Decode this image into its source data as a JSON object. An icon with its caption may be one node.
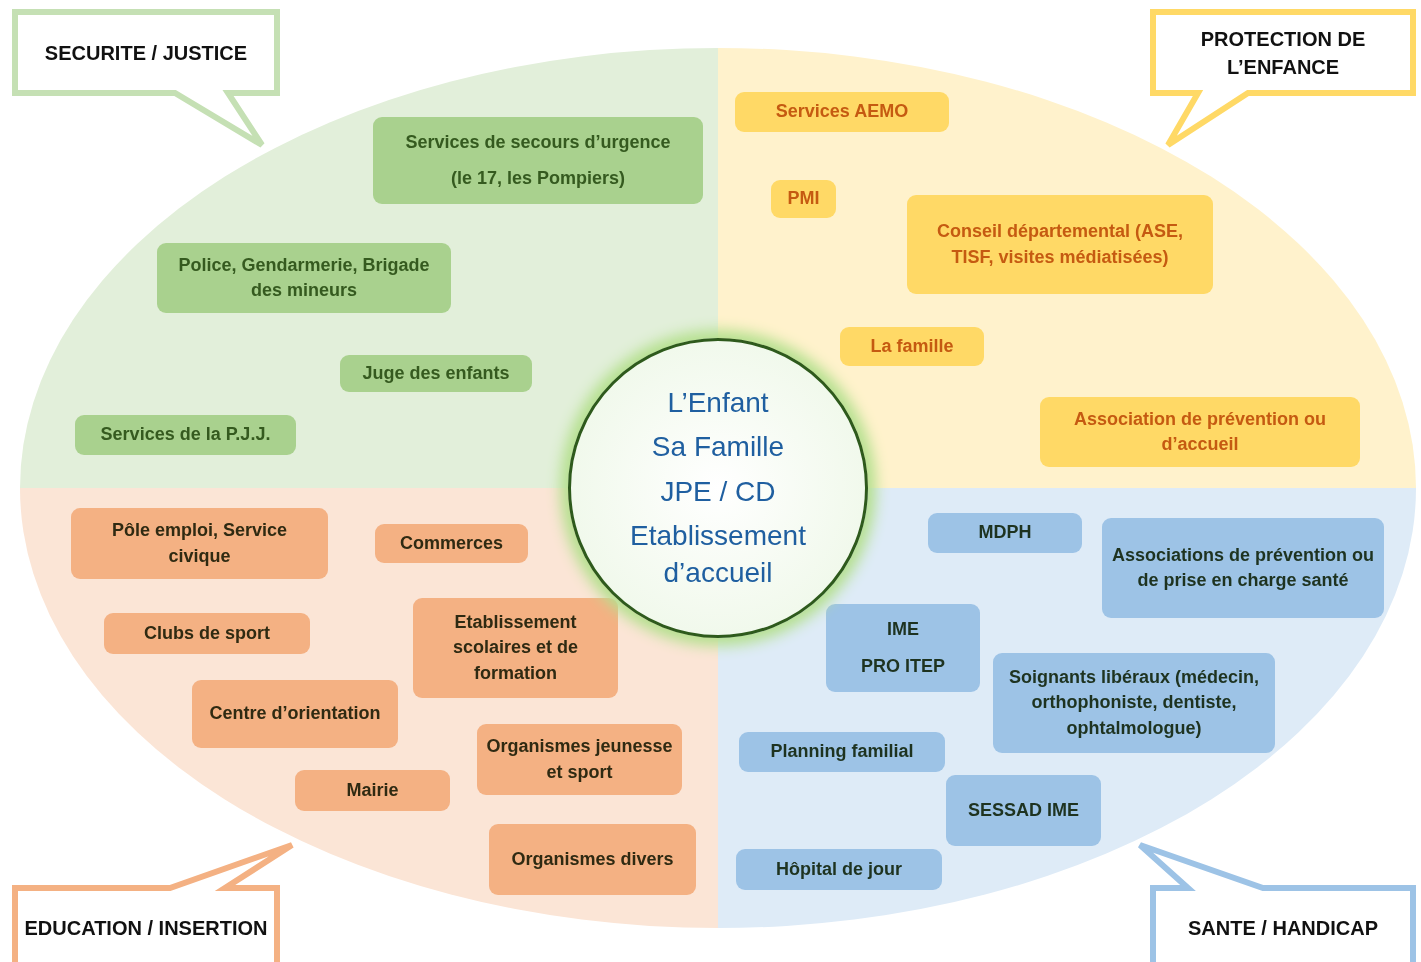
{
  "diagram": {
    "nodes": [
      {
        "text": [
          "SECURITE / JUSTICE"
        ]
      },
      {
        "text": [
          "Services de secours d’urgence",
          "(le 17, les Pompiers)"
        ],
        "in": 0
      },
      {
        "text": [
          "Police, Gendarmerie, Brigade des mineurs"
        ],
        "in": 0
      },
      {
        "text": [
          "Juge des enfants"
        ],
        "in": 0
      },
      {
        "text": [
          "Services de la P.J.J."
        ],
        "in": 0
      },
      {
        "text": [
          "PROTECTION DE L’ENFANCE"
        ]
      },
      {
        "text": [
          "Services AEMO"
        ],
        "in": 5
      },
      {
        "text": [
          "PMI"
        ],
        "in": 5
      },
      {
        "text": [
          "Conseil départemental (ASE, TISF, visites médiatisées)"
        ],
        "in": 5
      },
      {
        "text": [
          "La famille"
        ],
        "in": 5
      },
      {
        "text": [
          "Association de prévention ou d’accueil"
        ],
        "in": 5
      },
      {
        "text": [
          "EDUCATION / INSERTION"
        ]
      },
      {
        "text": [
          "Pôle emploi, Service civique"
        ],
        "in": 11
      },
      {
        "text": [
          "Commerces"
        ],
        "in": 11
      },
      {
        "text": [
          "Clubs de sport"
        ],
        "in": 11
      },
      {
        "text": [
          "Etablissement scolaires et de formation"
        ],
        "in": 11
      },
      {
        "text": [
          "Centre d’orientation"
        ],
        "in": 11
      },
      {
        "text": [
          "Mairie"
        ],
        "in": 11
      },
      {
        "text": [
          "Organismes jeunesse et sport"
        ],
        "in": 11
      },
      {
        "text": [
          "Organismes divers"
        ],
        "in": 11
      },
      {
        "text": [
          "SANTE / HANDICAP"
        ]
      },
      {
        "text": [
          "MDPH"
        ],
        "in": 20
      },
      {
        "text": [
          "Associations de prévention ou de prise en charge santé"
        ],
        "in": 20
      },
      {
        "text": [
          "IME",
          "PRO ITEP"
        ],
        "in": 20
      },
      {
        "text": [
          "Soignants libéraux (médecin, orthophoniste, dentiste, ophtalmologue)"
        ],
        "in": 20
      },
      {
        "text": [
          "Planning familial"
        ],
        "in": 20
      },
      {
        "text": [
          "SESSAD IME"
        ],
        "in": 20
      },
      {
        "text": [
          "Hôpital de jour"
        ],
        "in": 20
      },
      {
        "text": [
          "L’Enfant",
          "Sa Famille",
          "JPE / CD",
          "Etablissement d’accueil"
        ]
      }
    ],
    "edges": []
  }
}
